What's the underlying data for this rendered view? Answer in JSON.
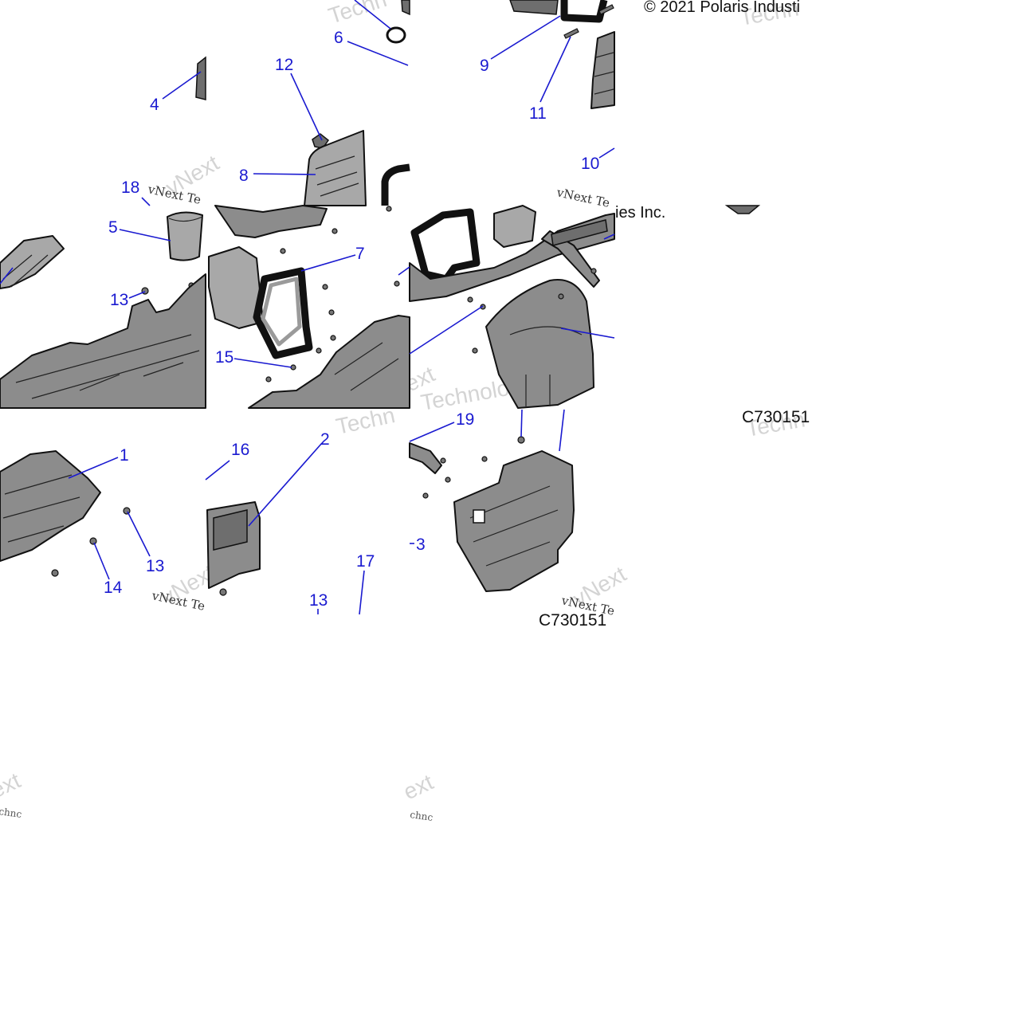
{
  "diagram": {
    "copyright": "© 2021 Polaris Industi",
    "copyright_fragment": "ies Inc.",
    "drawing_code": "C730151",
    "drawing_code_fragment": "C730151",
    "watermark_primary": "vNext",
    "watermark_secondary": "Technologies",
    "watermark_fragment_a": "Techn",
    "watermark_fragment_b": "ext",
    "watermark_fragment_c": "chnc",
    "watermark_fragment_d": "vNext Te",
    "callouts": [
      {
        "id": "c1",
        "label": "1"
      },
      {
        "id": "c2",
        "label": "2"
      },
      {
        "id": "c3",
        "label": "3"
      },
      {
        "id": "c4",
        "label": "4"
      },
      {
        "id": "c5",
        "label": "5"
      },
      {
        "id": "c6",
        "label": "6"
      },
      {
        "id": "c7",
        "label": "7"
      },
      {
        "id": "c8",
        "label": "8"
      },
      {
        "id": "c9",
        "label": "9"
      },
      {
        "id": "c10",
        "label": "10"
      },
      {
        "id": "c11",
        "label": "11"
      },
      {
        "id": "c12",
        "label": "12"
      },
      {
        "id": "c13a",
        "label": "13"
      },
      {
        "id": "c13b",
        "label": "13"
      },
      {
        "id": "c13c",
        "label": "13"
      },
      {
        "id": "c14",
        "label": "14"
      },
      {
        "id": "c15",
        "label": "15"
      },
      {
        "id": "c16",
        "label": "16"
      },
      {
        "id": "c17",
        "label": "17"
      },
      {
        "id": "c18",
        "label": "18"
      },
      {
        "id": "c19",
        "label": "19"
      }
    ]
  }
}
